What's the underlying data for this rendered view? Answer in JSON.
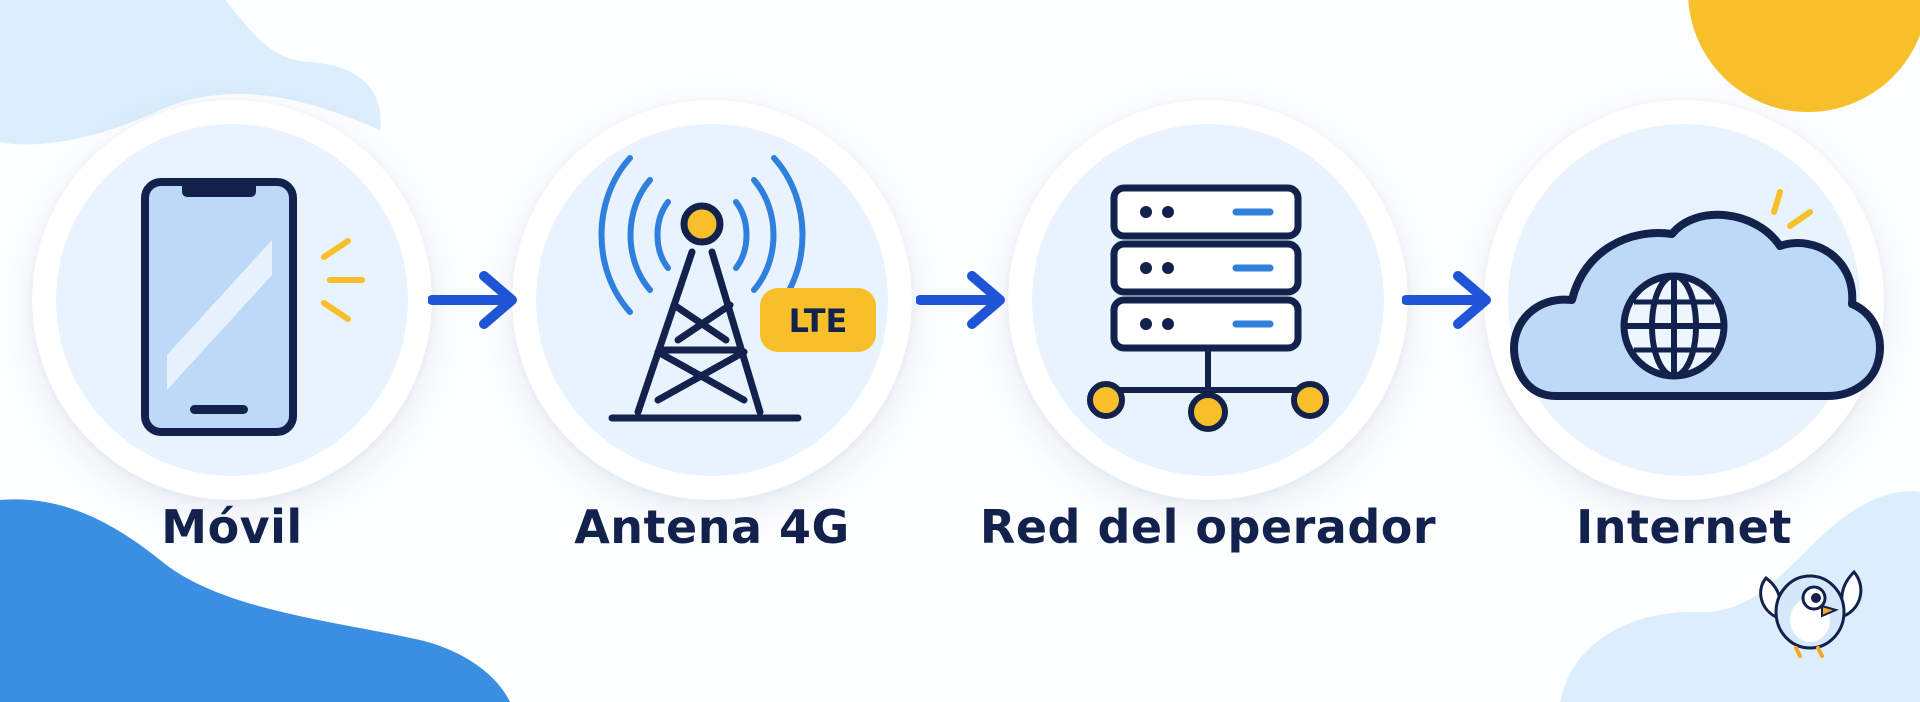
{
  "steps": [
    {
      "label": "Móvil",
      "icon": "phone-icon"
    },
    {
      "label": "Antena 4G",
      "icon": "cell-tower-icon",
      "badge": "LTE"
    },
    {
      "label": "Red del operador",
      "icon": "server-network-icon"
    },
    {
      "label": "Internet",
      "icon": "cloud-globe-icon"
    }
  ],
  "colors": {
    "navy": "#12224d",
    "arrow_blue": "#1e55d6",
    "accent_yellow": "#f7bf2a",
    "circle_fill": "#e9f3fd",
    "blob_blue": "#3a8fe3",
    "blob_light": "#dceefc"
  }
}
